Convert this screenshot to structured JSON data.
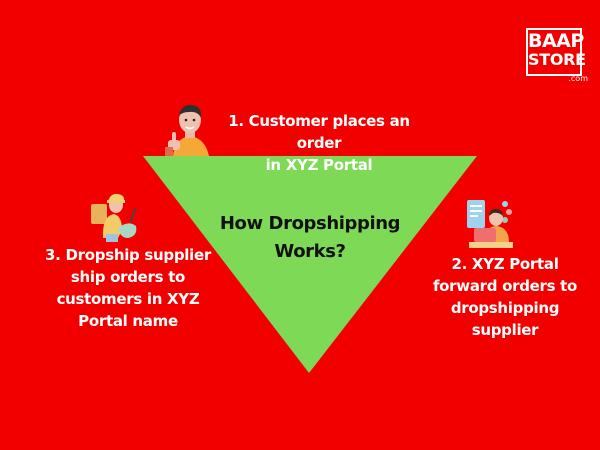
{
  "colors": {
    "background": "#f20000",
    "triangle": "#7ed957",
    "step_text": "#ffffff",
    "title_text": "#111111"
  },
  "logo": {
    "line1": "BAAP",
    "line2": "STORE",
    "suffix": ".com"
  },
  "diagram": {
    "title": "How Dropshipping Works?",
    "title_line1": "How Dropshipping",
    "title_line2": "Works?",
    "steps": [
      {
        "number": 1,
        "lines": [
          "1. Customer places an order",
          "in XYZ Portal"
        ],
        "icon": "customer-thumbs-up-icon"
      },
      {
        "number": 2,
        "lines": [
          "2. XYZ Portal",
          "forward orders to",
          "dropshipping",
          "supplier"
        ],
        "icon": "portal-laptop-worker-icon"
      },
      {
        "number": 3,
        "lines": [
          "3. Dropship supplier",
          "ship orders to",
          "customers in XYZ",
          "Portal name"
        ],
        "icon": "delivery-scooter-icon"
      }
    ]
  }
}
